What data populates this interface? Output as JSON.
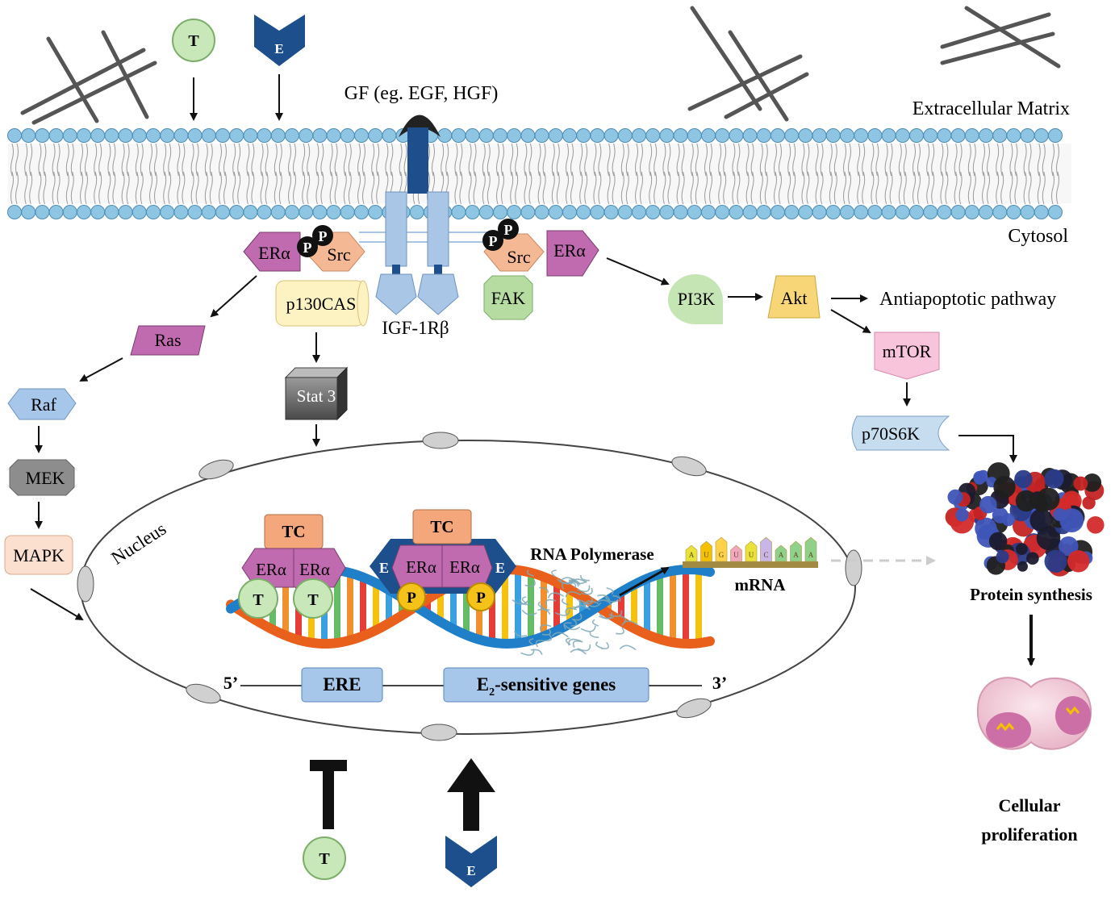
{
  "labels": {
    "extracellular_matrix": "Extracellular Matrix",
    "cytosol": "Cytosol",
    "gf": "GF (eg. EGF, HGF)",
    "igf1rb": "IGF-1Rβ",
    "nucleus": "Nucleus",
    "antiapoptotic": "Antiapoptotic pathway",
    "rna_polymerase": "RNA Polymerase",
    "mrna": "mRNA",
    "protein_synthesis": "Protein synthesis",
    "cellular_proliferation_1": "Cellular",
    "cellular_proliferation_2": "proliferation",
    "five_prime": "5’",
    "three_prime": "3’",
    "ere": "ERE",
    "e2_sensitive_genes_main": "E",
    "e2_sensitive_genes_sub": "2",
    "e2_sensitive_genes_rest": "-sensitive genes"
  },
  "ligands": {
    "testosterone": "T",
    "estrogen": "E",
    "phosphate": "P"
  },
  "proteins": {
    "era": "ERα",
    "src": "Src",
    "fak": "FAK",
    "p130cas": "p130CAS",
    "stat3": "Stat 3",
    "ras": "Ras",
    "raf": "Raf",
    "mek": "MEK",
    "mapk": "MAPK",
    "pi3k": "PI3K",
    "akt": "Akt",
    "mtor": "mTOR",
    "p70s6k": "p70S6K",
    "tc": "TC"
  },
  "mrna_bases": [
    "A",
    "U",
    "G",
    "U",
    "U",
    "C",
    "A",
    "A",
    "A"
  ],
  "colors": {
    "membrane_head": "#8ec5e3",
    "receptor": "#a9c6e6",
    "gf_stalk": "#1f4e8c",
    "era": "#c06bb0",
    "src": "#f4b994",
    "fak": "#b7dca1",
    "p130cas": "#fdf3c2",
    "pi3k": "#c6e5b4",
    "akt": "#f6d676",
    "mtor": "#f8c4dc",
    "p70s6k": "#c6dcef",
    "raf": "#a7c7ea",
    "mek": "#8d8d8d",
    "mapk": "#fbe0d0",
    "tc": "#f4a77b",
    "estrogen": "#1d4f8c",
    "testosterone": "#c9e8b9",
    "phospho_yellow": "#f5c21a"
  }
}
